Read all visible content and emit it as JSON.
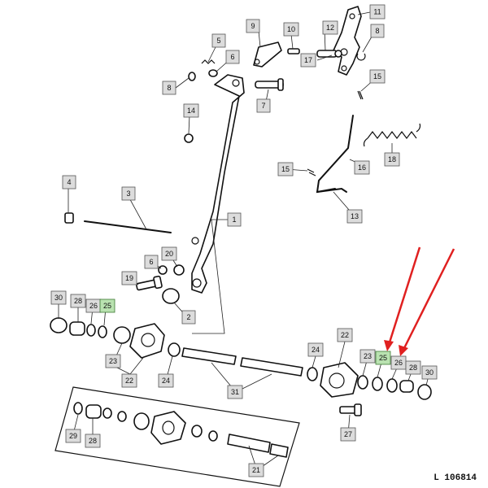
{
  "drawing_code": "L 106814",
  "callouts": [
    {
      "id": "c11",
      "text": "11"
    },
    {
      "id": "c9",
      "text": "9"
    },
    {
      "id": "c10",
      "text": "10"
    },
    {
      "id": "c12",
      "text": "12"
    },
    {
      "id": "c8a",
      "text": "8"
    },
    {
      "id": "c17",
      "text": "17"
    },
    {
      "id": "c5",
      "text": "5"
    },
    {
      "id": "c6a",
      "text": "6"
    },
    {
      "id": "c8b",
      "text": "8"
    },
    {
      "id": "c7",
      "text": "7"
    },
    {
      "id": "c15a",
      "text": "15"
    },
    {
      "id": "c14",
      "text": "14"
    },
    {
      "id": "c18",
      "text": "18"
    },
    {
      "id": "c16",
      "text": "16"
    },
    {
      "id": "c15b",
      "text": "15"
    },
    {
      "id": "c4",
      "text": "4"
    },
    {
      "id": "c3",
      "text": "3"
    },
    {
      "id": "c13",
      "text": "13"
    },
    {
      "id": "c1",
      "text": "1"
    },
    {
      "id": "c6b",
      "text": "6"
    },
    {
      "id": "c20",
      "text": "20"
    },
    {
      "id": "c19",
      "text": "19"
    },
    {
      "id": "c30a",
      "text": "30"
    },
    {
      "id": "c28a",
      "text": "28"
    },
    {
      "id": "c26a",
      "text": "26"
    },
    {
      "id": "c25a",
      "text": "25"
    },
    {
      "id": "c2",
      "text": "2"
    },
    {
      "id": "c23a",
      "text": "23"
    },
    {
      "id": "c22a",
      "text": "22"
    },
    {
      "id": "c24a",
      "text": "24"
    },
    {
      "id": "c31",
      "text": "31"
    },
    {
      "id": "c22b",
      "text": "22"
    },
    {
      "id": "c24b",
      "text": "24"
    },
    {
      "id": "c23b",
      "text": "23"
    },
    {
      "id": "c25b",
      "text": "25"
    },
    {
      "id": "c26b",
      "text": "26"
    },
    {
      "id": "c28b",
      "text": "28"
    },
    {
      "id": "c30b",
      "text": "30"
    },
    {
      "id": "c27",
      "text": "27"
    },
    {
      "id": "c29",
      "text": "29"
    },
    {
      "id": "c28c",
      "text": "28"
    },
    {
      "id": "c21",
      "text": "21"
    }
  ],
  "colors": {
    "callout_fill": "#dcdcdc",
    "highlight_fill": "#b9e2b0",
    "arrow": "#e02020",
    "line": "#111111"
  }
}
